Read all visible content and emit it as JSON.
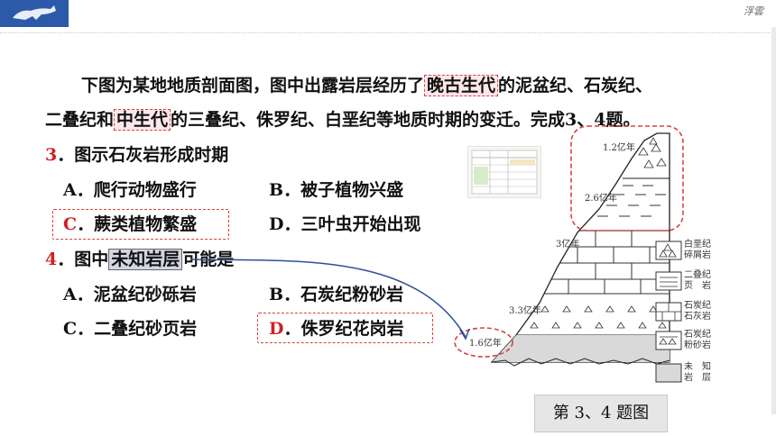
{
  "watermark": "浮雲",
  "intro": {
    "part1": "下图为某地地质剖面图，图中出露岩层经历了",
    "hl1": "晚古生代",
    "part2": "的泥盆纪、石炭纪、",
    "part3": "二叠纪和",
    "hl2": "中生代",
    "part4": "的三叠纪、侏罗纪、白垩纪等地质时期的变迁。完成",
    "part5": "3、4",
    "part6": "题。"
  },
  "q3": {
    "num": "3",
    "text": "．图示石灰岩形成时期",
    "options": [
      {
        "letter": "A",
        "text": "．爬行动物盛行"
      },
      {
        "letter": "B",
        "text": "．被子植物兴盛"
      },
      {
        "letter": "C",
        "text": "．蕨类植物繁盛"
      },
      {
        "letter": "D",
        "text": "．三叶虫开始出现"
      }
    ]
  },
  "q4": {
    "num": "4",
    "pre": "．图中",
    "hl": "未知岩层",
    "post": "可能是",
    "options": [
      {
        "letter": "A",
        "text": "．泥盆纪砂砾岩"
      },
      {
        "letter": "B",
        "text": "．石炭纪粉砂岩"
      },
      {
        "letter": "C",
        "text": "．二叠纪砂页岩"
      },
      {
        "letter": "D",
        "text": "．侏罗纪花岗岩"
      }
    ]
  },
  "figure": {
    "ages": [
      "1.2亿年",
      "2.6亿年",
      "3亿年",
      "3.3亿年",
      "1.6亿年"
    ],
    "legend": [
      "白垩纪\n碎屑岩",
      "二叠纪\n页　岩",
      "石炭纪\n石灰岩",
      "石炭纪\n粉砂岩",
      "未　知\n岩　层"
    ],
    "caption": "第 3、4 题图"
  }
}
